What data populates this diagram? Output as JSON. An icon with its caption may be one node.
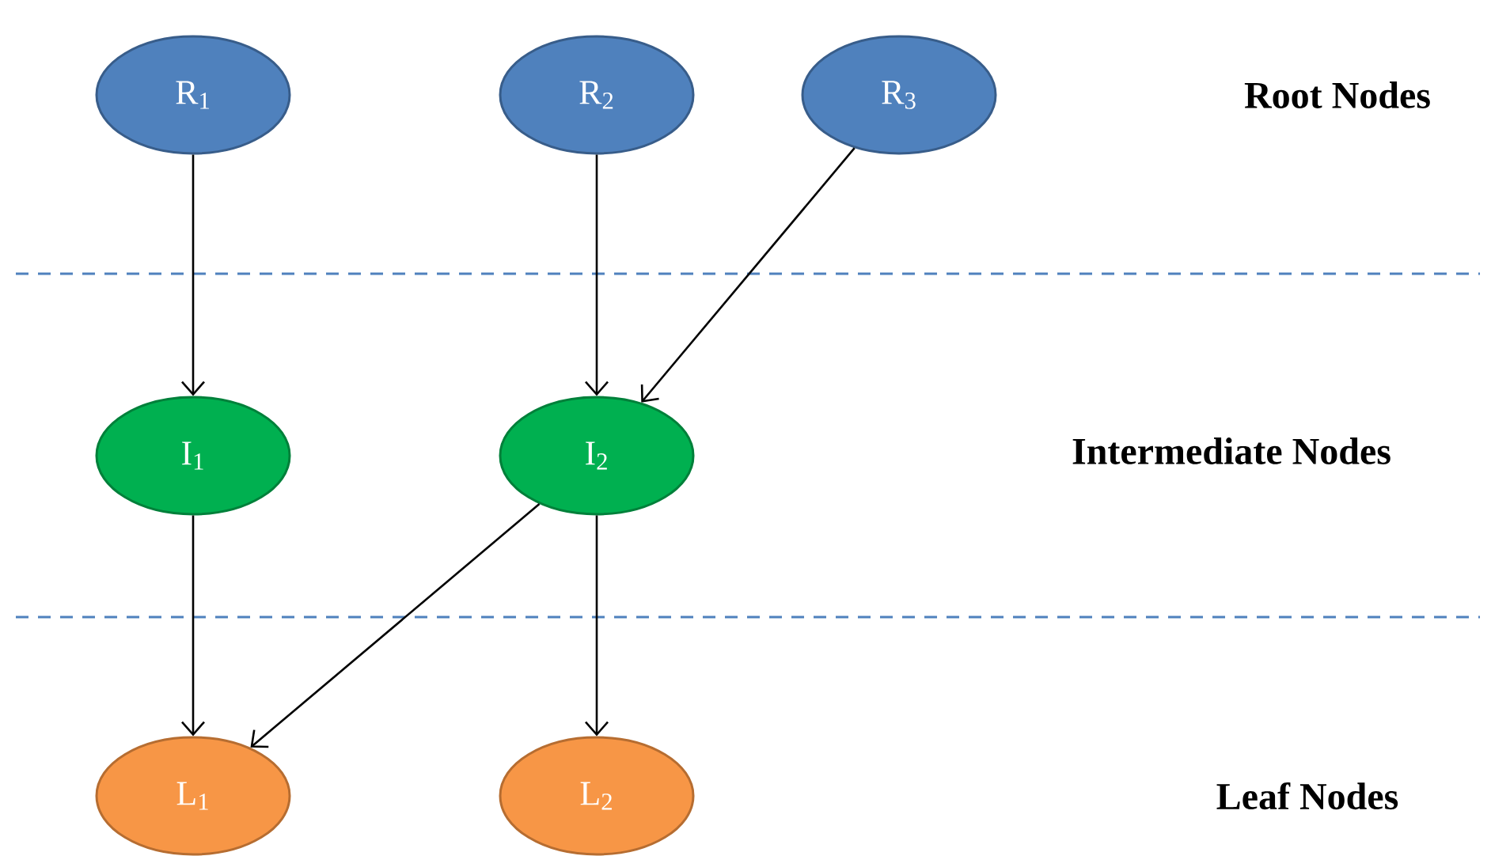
{
  "diagram": {
    "nodes": [
      {
        "text": [
          "R$_{1}$"
        ]
      },
      {
        "text": [
          "R$_{2}$"
        ]
      },
      {
        "text": [
          "R$_{3}$"
        ]
      },
      {
        "text": [
          "I$_{1}$"
        ]
      },
      {
        "text": [
          "I$_{2}$"
        ]
      },
      {
        "text": [
          "L$_{1}$"
        ]
      },
      {
        "text": [
          "L$_{2}$"
        ]
      }
    ],
    "edges": [
      {
        "from": 0,
        "to": 3,
        "arrow": "to"
      },
      {
        "from": 1,
        "to": 4,
        "arrow": "to"
      },
      {
        "from": 2,
        "to": 4,
        "arrow": "to"
      },
      {
        "from": 3,
        "to": 5,
        "arrow": "to"
      },
      {
        "from": 4,
        "to": 5,
        "arrow": "to"
      },
      {
        "from": 4,
        "to": 6,
        "arrow": "to"
      }
    ],
    "labels": [
      "Root Nodes",
      "Intermediate Nodes",
      "Leaf Nodes"
    ]
  }
}
